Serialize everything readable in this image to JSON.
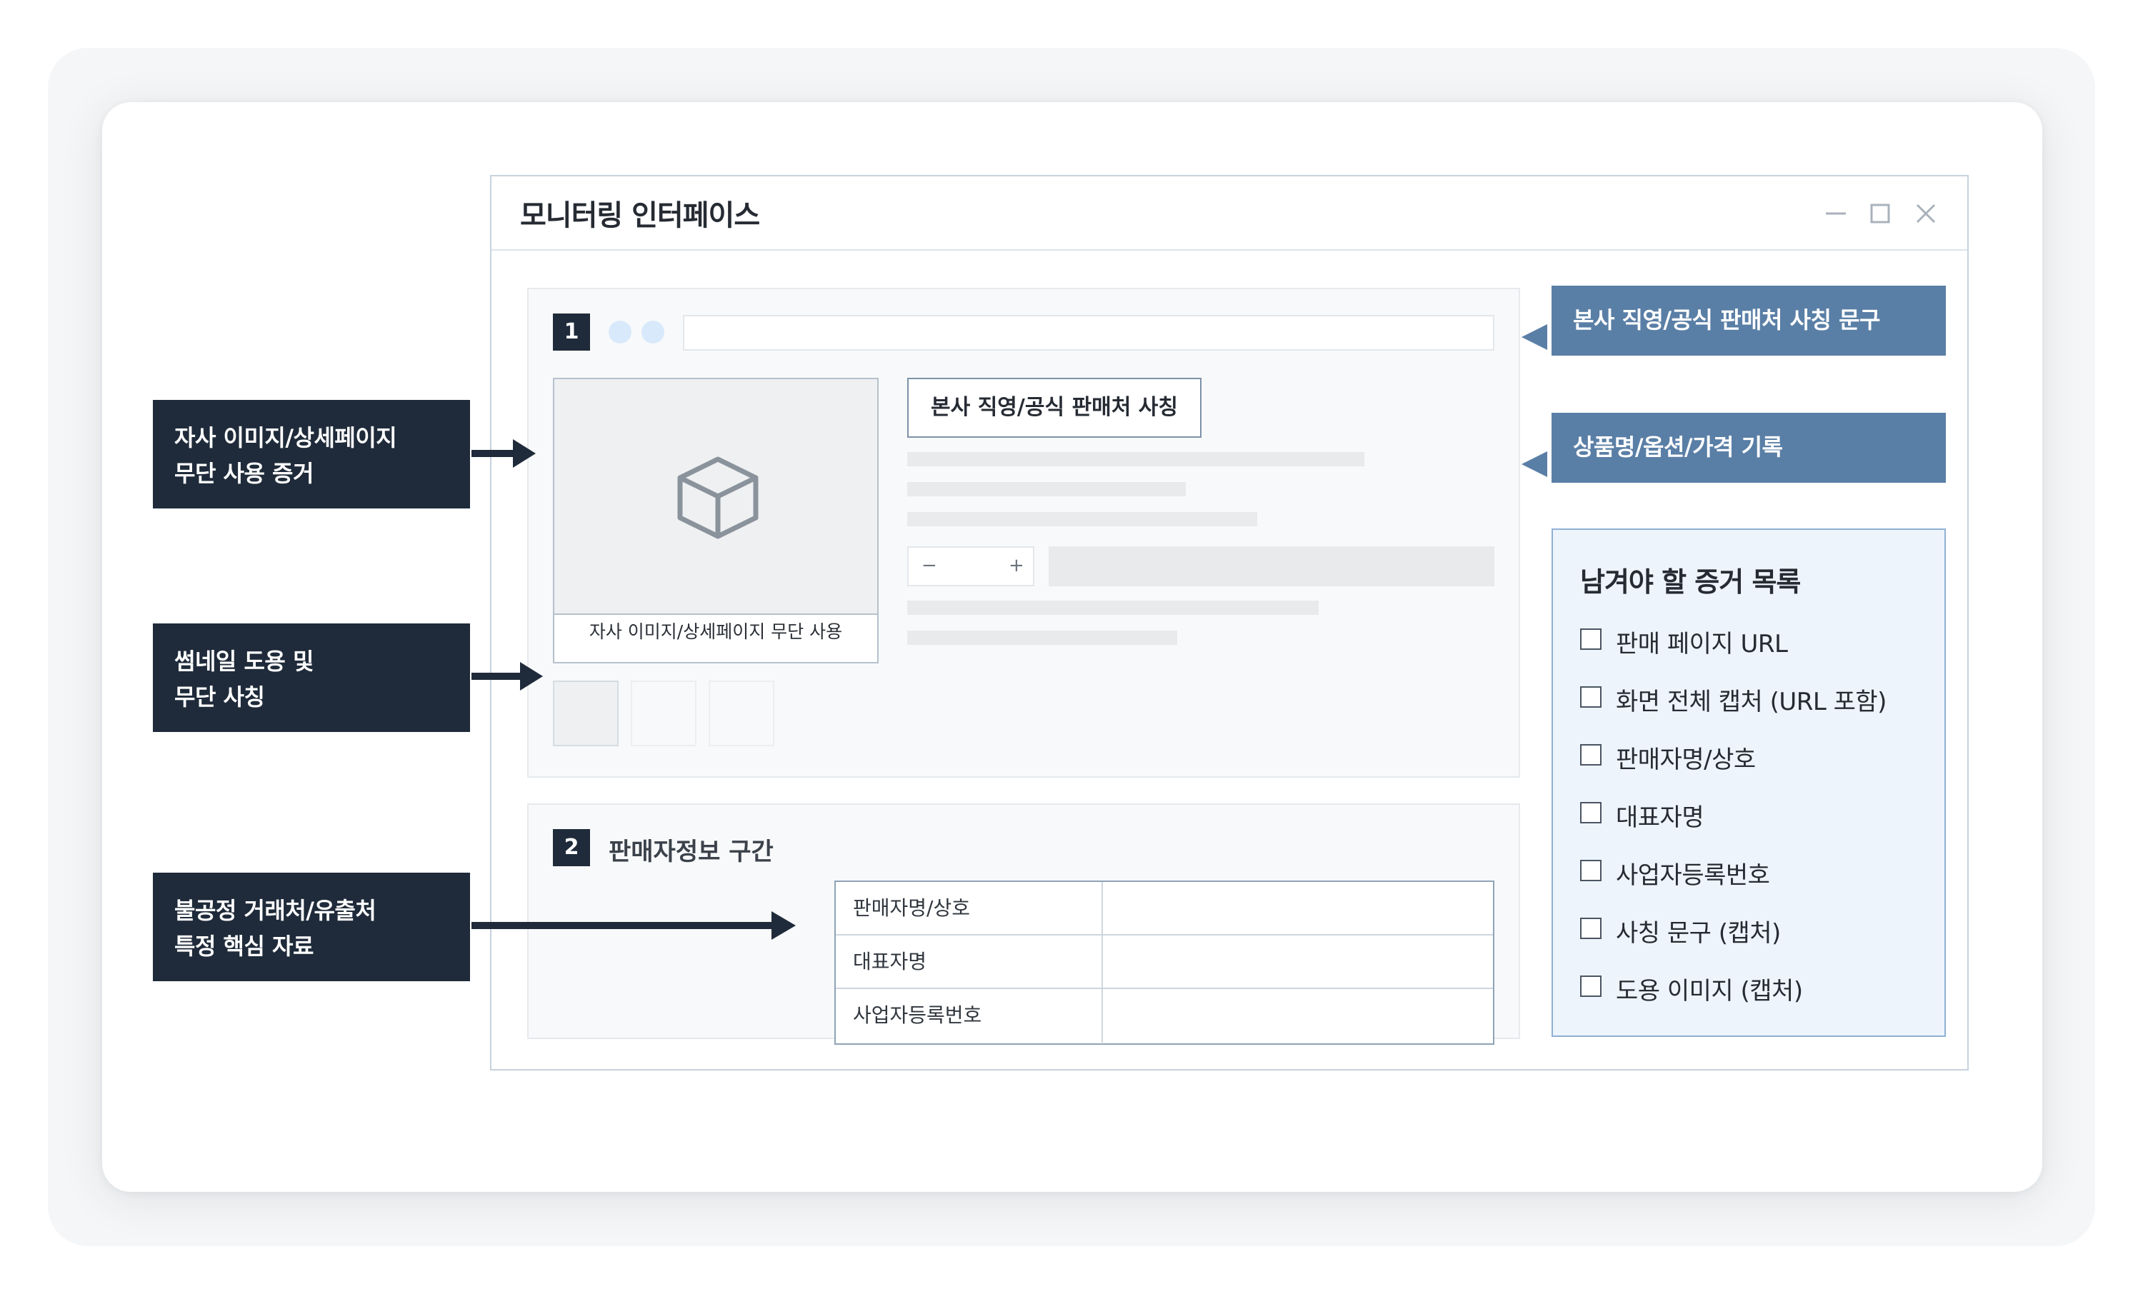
{
  "window": {
    "title": "모니터링 인터페이스"
  },
  "section1": {
    "number": "1",
    "image_caption": "자사 이미지/상세페이지 무단 사용",
    "tag_label": "본사 직영/공식 판매처 사칭",
    "stepper_minus": "−",
    "stepper_plus": "+"
  },
  "section2": {
    "number": "2",
    "title": "판매자정보 구간",
    "rows": [
      {
        "label": "판매자명/상호",
        "value": ""
      },
      {
        "label": "대표자명",
        "value": ""
      },
      {
        "label": "사업자등록번호",
        "value": ""
      }
    ]
  },
  "right_callouts": [
    {
      "label": "본사 직영/공식 판매처 사칭 문구"
    },
    {
      "label": "상품명/옵션/가격 기록"
    }
  ],
  "evidence": {
    "title": "남겨야 할 증거 목록",
    "items": [
      "판매 페이지 URL",
      "화면 전체 캡처 (URL 포함)",
      "판매자명/상호",
      "대표자명",
      "사업자등록번호",
      "사칭 문구 (캡처)",
      "도용 이미지 (캡처)"
    ]
  },
  "left_callouts": [
    {
      "line1": "자사 이미지/상세페이지",
      "line2": "무단 사용 증거"
    },
    {
      "line1": "썸네일 도용 및",
      "line2": "무단 사칭"
    },
    {
      "line1": "불공정 거래처/유출처",
      "line2": "특정 핵심 자료"
    }
  ],
  "colors": {
    "dark_navy": "#1f2b3a",
    "steel_blue": "#5a7fa6",
    "evidence_bg": "#edf4fc"
  },
  "icons": [
    "minimize-icon",
    "maximize-icon",
    "close-icon",
    "box-icon",
    "arrow-right-icon",
    "arrow-left-icon",
    "checkbox-icon"
  ]
}
